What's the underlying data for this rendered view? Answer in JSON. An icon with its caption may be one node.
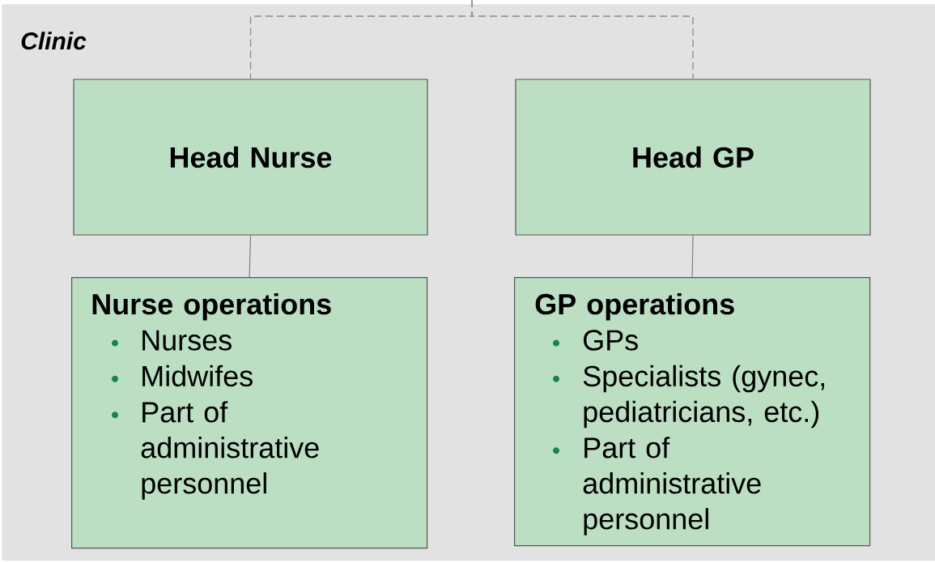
{
  "diagram": {
    "nodes": [
      {
        "text": [
          "Clinic"
        ]
      },
      {
        "text": [
          "Head Nurse"
        ],
        "in": 0
      },
      {
        "text": [
          "Head GP"
        ],
        "in": 0
      },
      {
        "text": [
          "Nurse operations",
          "Nurses",
          "Midwifes",
          "Part of administrative personnel"
        ],
        "in": 0
      },
      {
        "text": [
          "GP operations",
          "GPs",
          "Specialists (gynec, pediatricians, etc.)",
          "Part of administrative personnel"
        ],
        "in": 0
      }
    ],
    "edges": [
      {
        "from": null,
        "to": 1,
        "arrow": "none",
        "style": "dashed"
      },
      {
        "from": null,
        "to": 2,
        "arrow": "none",
        "style": "dashed"
      },
      {
        "from": 1,
        "to": 3,
        "arrow": "none"
      },
      {
        "from": 2,
        "to": 4,
        "arrow": "none"
      }
    ]
  }
}
